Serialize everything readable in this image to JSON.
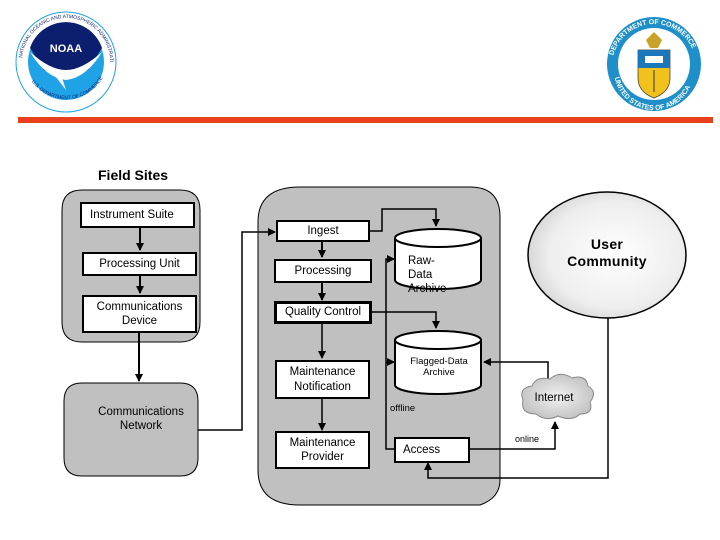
{
  "header": {
    "left_logo": {
      "name": "NOAA",
      "ring_text": "NATIONAL OCEANIC AND ATMOSPHERIC ADMINISTRATION",
      "bottom_text": "U.S. DEPARTMENT OF COMMERCE",
      "colors": {
        "navy": "#0b1f6e",
        "sky": "#1fa3e6"
      }
    },
    "right_logo": {
      "ring_top": "DEPARTMENT OF COMMERCE",
      "ring_bottom": "UNITED STATES OF AMERICA",
      "colors": {
        "ring": "#1e8fc9",
        "shield_top": "#1b77b8",
        "shield_bottom": "#f0c21b"
      }
    },
    "divider_color": "#e8401c"
  },
  "diagram": {
    "field_sites": {
      "title": "Field Sites",
      "nodes": {
        "instrument_suite": "Instrument Suite",
        "processing_unit": "Processing Unit",
        "communications_device": "Communications Device"
      }
    },
    "communications_network": "Communications Network",
    "center": {
      "ingest": "Ingest",
      "processing": "Processing",
      "quality_control": "Quality Control",
      "maintenance_notification": "Maintenance Notification",
      "maintenance_provider": "Maintenance Provider",
      "raw_data_archive": "Raw-Data Archive",
      "flagged_data_archive": "Flagged-Data Archive",
      "access": "Access",
      "offline_label": "offline"
    },
    "user_community": "User Community",
    "internet": "Internet",
    "online_label": "online",
    "colors": {
      "container_fill": "#c0c0c0",
      "node_fill": "#ffffff",
      "stroke": "#000000",
      "cloud_fill": "#d9d9d9"
    }
  }
}
